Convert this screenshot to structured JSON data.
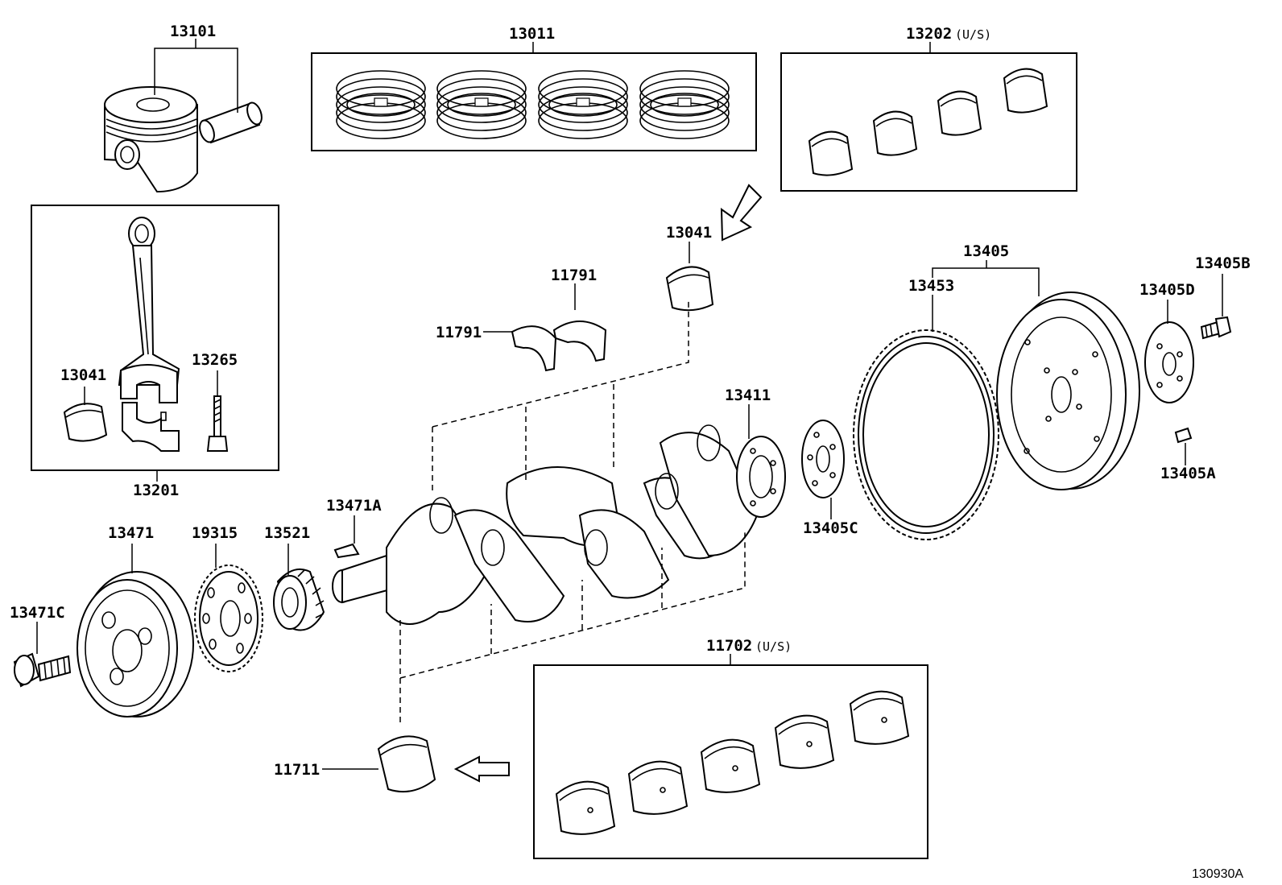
{
  "figure_number": "130930A",
  "callouts": {
    "c13101": "13101",
    "c13011": "13011",
    "c13202": "13202",
    "c13202_us": "(U/S)",
    "c13041_top": "13041",
    "c11791_a": "11791",
    "c11791_b": "11791",
    "c13405": "13405",
    "c13453": "13453",
    "c13405D": "13405D",
    "c13405B": "13405B",
    "c13041_box": "13041",
    "c13265": "13265",
    "c13201": "13201",
    "c13411": "13411",
    "c13405C": "13405C",
    "c13405A": "13405A",
    "c13471A": "13471A",
    "c13471": "13471",
    "c19315": "19315",
    "c13521": "13521",
    "c13471C": "13471C",
    "c11702": "11702",
    "c11702_us": "(U/S)",
    "c11711": "11711"
  },
  "icons": [
    "piston-icon",
    "piston-pin-icon",
    "piston-ring-icon",
    "bearing-icon",
    "connecting-rod-icon",
    "bolt-icon",
    "crankshaft-icon",
    "flywheel-icon",
    "ring-gear-icon",
    "pulley-icon",
    "sprocket-icon",
    "arrow-icon"
  ]
}
